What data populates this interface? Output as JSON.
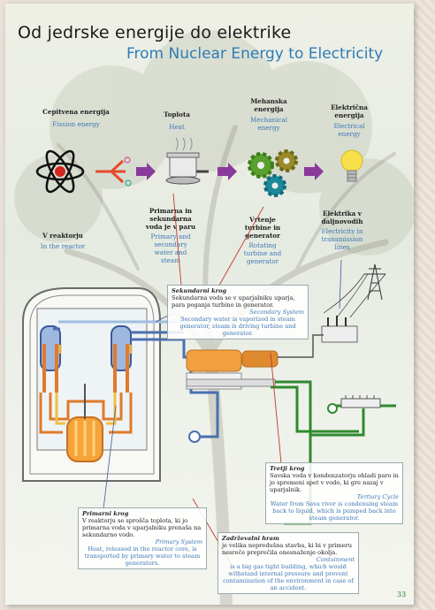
{
  "title": {
    "hr": "Od jedrske energije do elektrike",
    "en": "From Nuclear Energy to Electricity"
  },
  "stages": [
    {
      "hr": "Cepitvena energija",
      "en": "Fission energy",
      "icon": "atom-icon"
    },
    {
      "hr": "Toplota",
      "en": "Heat",
      "icon": "heat-pot-icon"
    },
    {
      "hr": "Mehanska energija",
      "en": "Mechanical energy",
      "icon": "gears-icon"
    },
    {
      "hr": "Električna energija",
      "en": "Electrical energy",
      "icon": "light-bulb-icon"
    }
  ],
  "locations": [
    {
      "hr": "V reaktorju",
      "en": "In the reactor"
    },
    {
      "hr": "Primarna in sekundarna voda je v paru",
      "en": "Primary and secondary water and steam"
    },
    {
      "hr": "Vrtenje turbine in generator",
      "en": "Rotating turbine and generator"
    },
    {
      "hr": "Elektrika v daljnovodih",
      "en": "Electricity in transmission lines"
    }
  ],
  "boxes": {
    "secondary": {
      "hr_title": "Sekundarni krog",
      "hr_text": "Sekundarna voda se v uparjalniku uparja, para poganja turbino in generator.",
      "en_title": "Secondary System",
      "en_text": "Secondary water is vaporized in steam generator, steam is driving turbine and generator."
    },
    "tertiary": {
      "hr_title": "Tretji krog",
      "hr_text": "Savska voda v kondenzatorju ohladi paro in jo spremeni spet v vodo, ki gre nazaj v uparjalnik.",
      "en_title": "Tertiary Cycle",
      "en_text": "Water from Sava river is condensing steam back to liquid, which is pumped back into steam generator."
    },
    "primary": {
      "hr_title": "Primarni krog",
      "hr_text": "V reaktorju se sprošča toplota, ki jo primarna voda v uparjalniku prenaša na sekundarno vodo.",
      "en_title": "Primary System",
      "en_text": "Heat, released in the reactor core, is transported by primary water to steam generators."
    },
    "containment": {
      "hr_title": "Zadrževalni hram",
      "hr_text": "je velika nepredušna stavba, ki bi v primeru nesreče preprečila onesnaženje okolja.",
      "en_title": "Containment",
      "en_text": "is a big gas tight building, which would withstand internal pressure and prevent contamination of the environment in case of an accident."
    }
  },
  "page_number": "33",
  "colors": {
    "primary_loop": "#e07a2a",
    "secondary_loop": "#f0c040",
    "steam_loop": "#4a6fb0",
    "tertiary_loop": "#2f8a2f",
    "arrow": "#8a3a9a",
    "english": "#3d78b5"
  }
}
